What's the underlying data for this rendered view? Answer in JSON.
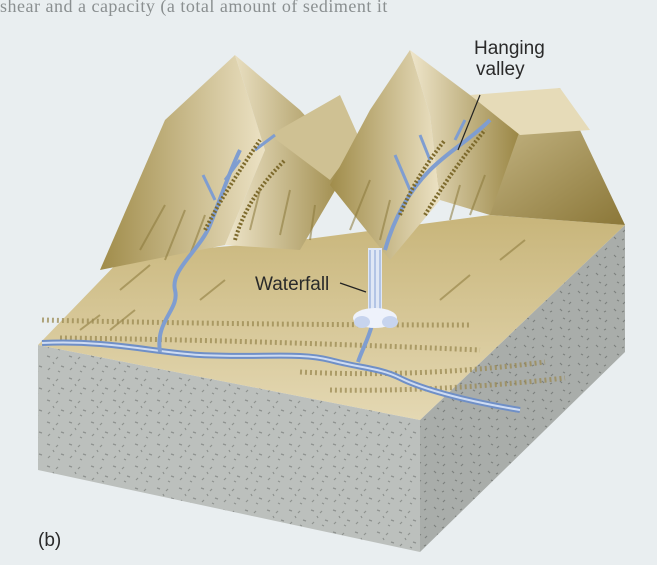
{
  "header_text": "shear and a capacity (a total amount of sediment it",
  "labels": {
    "hanging_valley_line1": "Hanging",
    "hanging_valley_line2": "valley",
    "waterfall": "Waterfall",
    "panel": "(b)"
  },
  "colors": {
    "background": "#e9eef0",
    "water": "#8fa9d6",
    "mountain_light": "#e7ddbf",
    "mountain_dark": "#8f7d3f",
    "rock_side": "#b8bcba"
  }
}
